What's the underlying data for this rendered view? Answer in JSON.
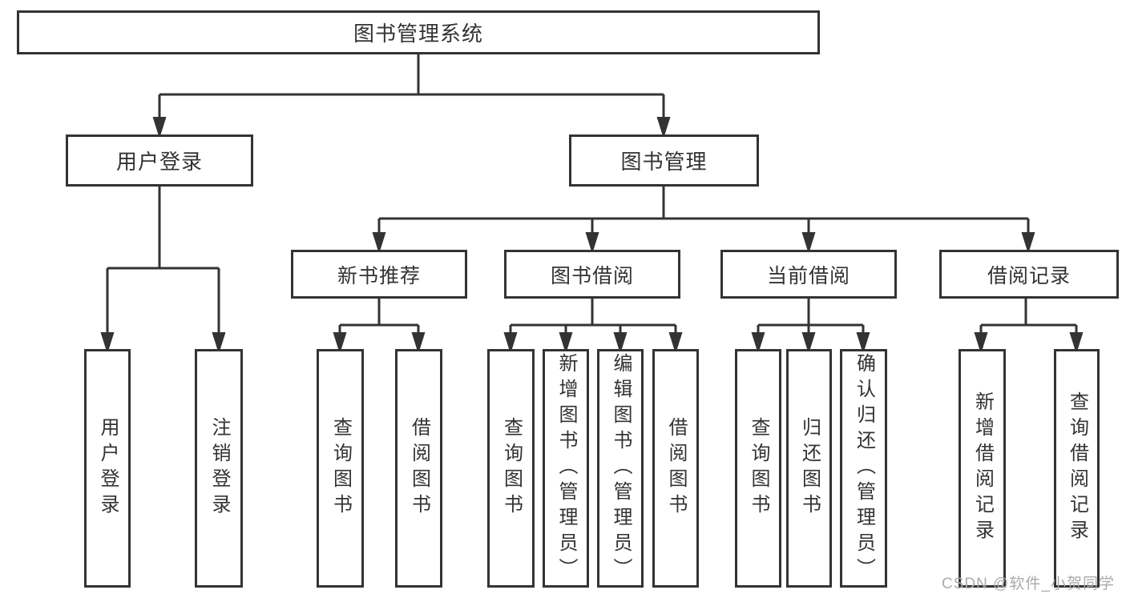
{
  "diagram": {
    "root": {
      "label": "图书管理系统"
    },
    "level2": [
      {
        "label": "用户登录"
      },
      {
        "label": "图书管理"
      }
    ],
    "level3": [
      {
        "label": "新书推荐"
      },
      {
        "label": "图书借阅"
      },
      {
        "label": "当前借阅"
      },
      {
        "label": "借阅记录"
      }
    ],
    "leaves": {
      "user_login": [
        {
          "label": "用户登录"
        },
        {
          "label": "注销登录"
        }
      ],
      "new_book_recommend": [
        {
          "label": "查询图书"
        },
        {
          "label": "借阅图书"
        }
      ],
      "book_borrow": [
        {
          "label": "查询图书"
        },
        {
          "label": "新增图书（管理员）"
        },
        {
          "label": "编辑图书（管理员）"
        },
        {
          "label": "借阅图书"
        }
      ],
      "current_borrow": [
        {
          "label": "查询图书"
        },
        {
          "label": "归还图书"
        },
        {
          "label": "确认归还（管理员）"
        }
      ],
      "borrow_records": [
        {
          "label": "新增借阅记录"
        },
        {
          "label": "查询借阅记录"
        }
      ]
    }
  },
  "watermark": {
    "text": "CSDN @软件_小贺同学"
  },
  "colors": {
    "line": "#333333",
    "border": "#333333",
    "text": "#333333",
    "watermark": "#ababab",
    "background": "#ffffff"
  }
}
